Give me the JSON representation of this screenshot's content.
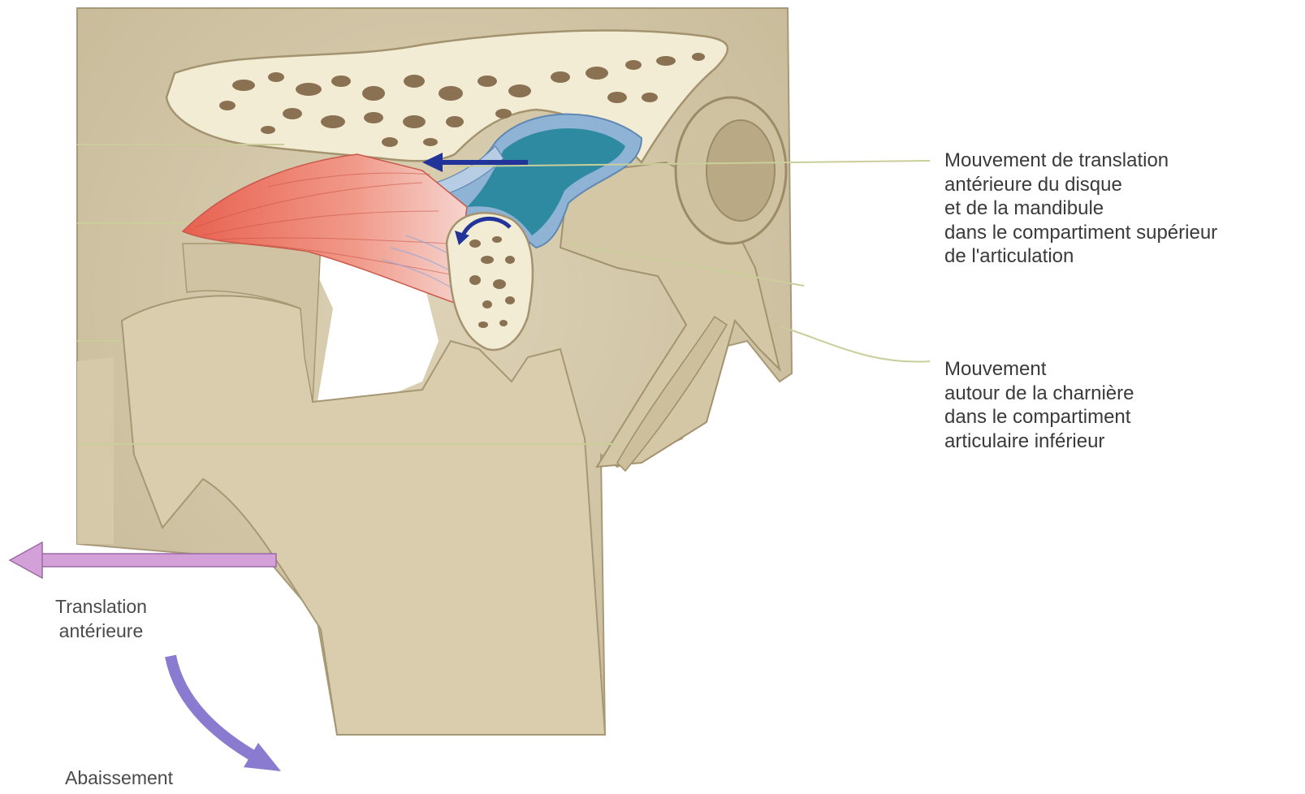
{
  "labels": {
    "translation_upper": "Mouvement de translation\nantérieure du disque\net de la mandibule\ndans le compartiment supérieur\nde l'articulation",
    "hinge_lower": "Mouvement\nautour de la charnière\ndans le compartiment\narticulaire inférieur",
    "translation_anterior": "Translation\nantérieure",
    "abaissement": "Abaissement"
  },
  "colors": {
    "bone": "#d8ccae",
    "bone_dark": "#b6a783",
    "cut_bone": "#f3ecd5",
    "trabecula": "#8a7152",
    "muscle": "#ee8576",
    "disc": "#8fb3d4",
    "synovial": "#2e8aa1",
    "leader_line": "#c9ce9a",
    "arrow_dark_blue": "#22349a",
    "arrow_violet": "#c98fd0",
    "arrow_blue_violet": "#8a7bd0"
  }
}
